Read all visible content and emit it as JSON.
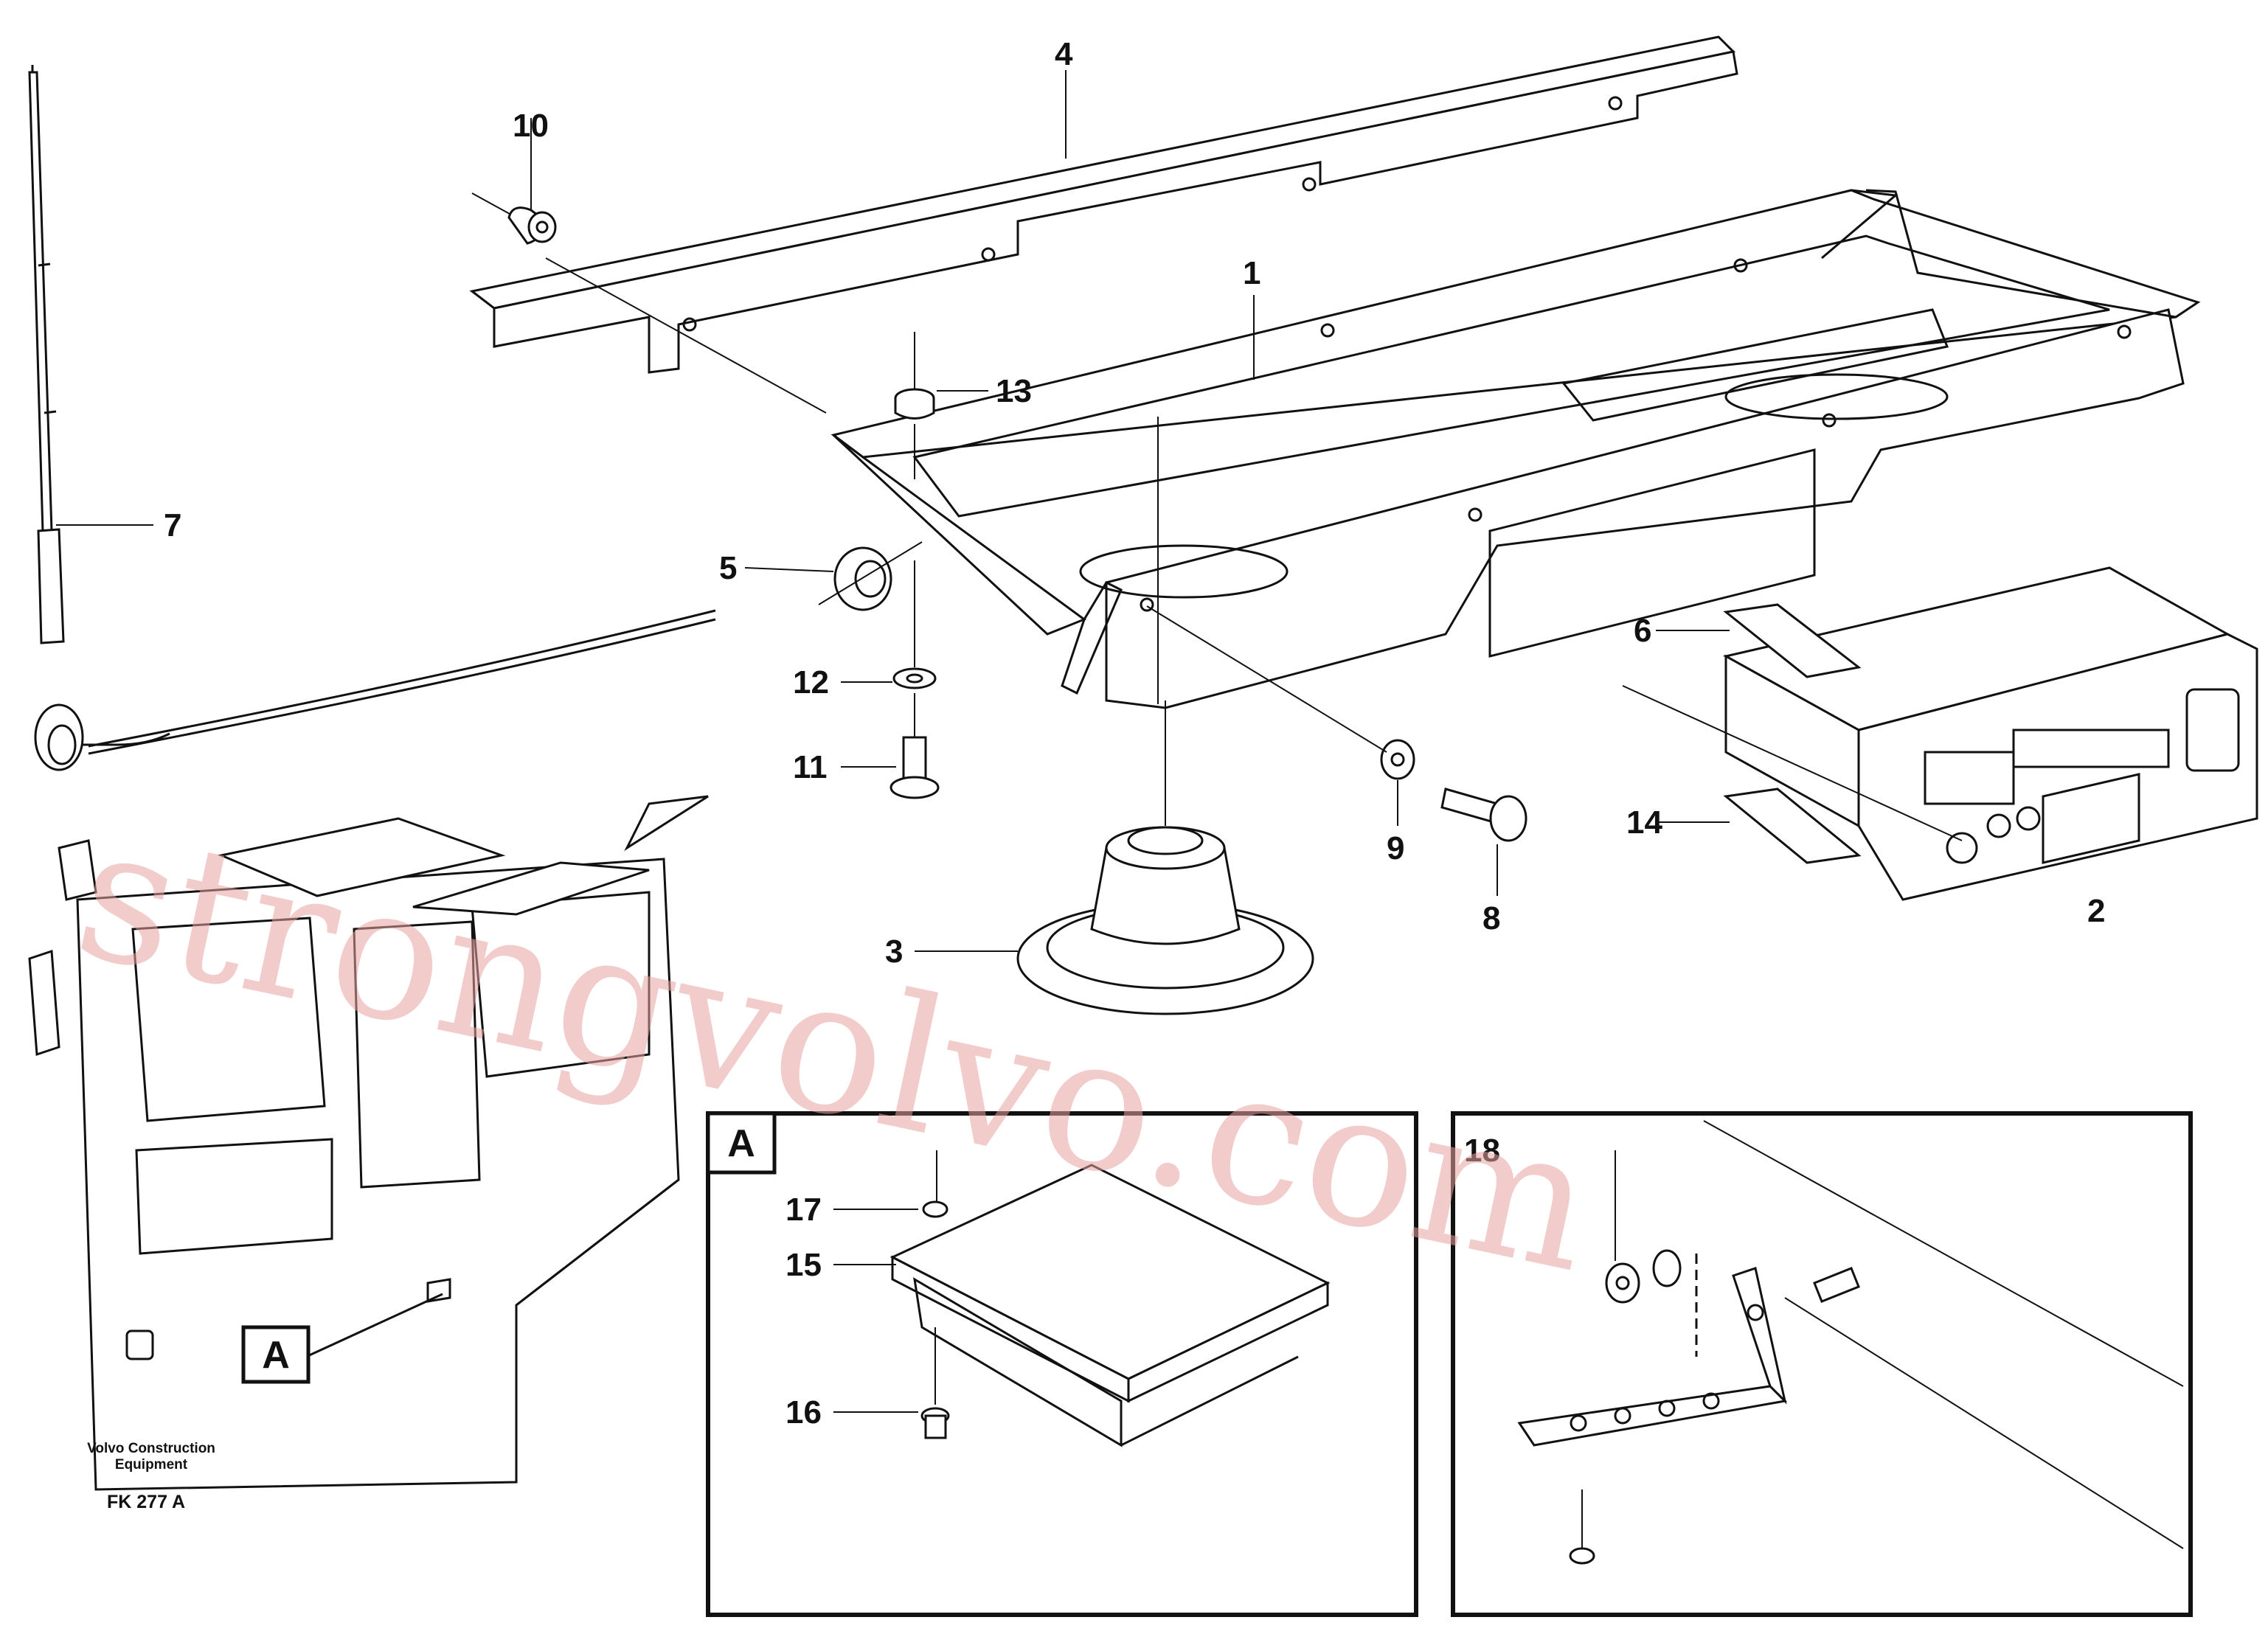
{
  "callouts": {
    "c1": "1",
    "c2": "2",
    "c3": "3",
    "c4": "4",
    "c5": "5",
    "c6": "6",
    "c7": "7",
    "c8": "8",
    "c9": "9",
    "c10": "10",
    "c11": "11",
    "c12": "12",
    "c13": "13",
    "c14": "14",
    "c15": "15",
    "c16": "16",
    "c17": "17",
    "c18": "18"
  },
  "detail_label": "A",
  "cab_label": "A",
  "brand_line1": "Volvo Construction",
  "brand_line2": "Equipment",
  "figure_code": "FK 277 A",
  "watermark": "strongvolvo.com"
}
